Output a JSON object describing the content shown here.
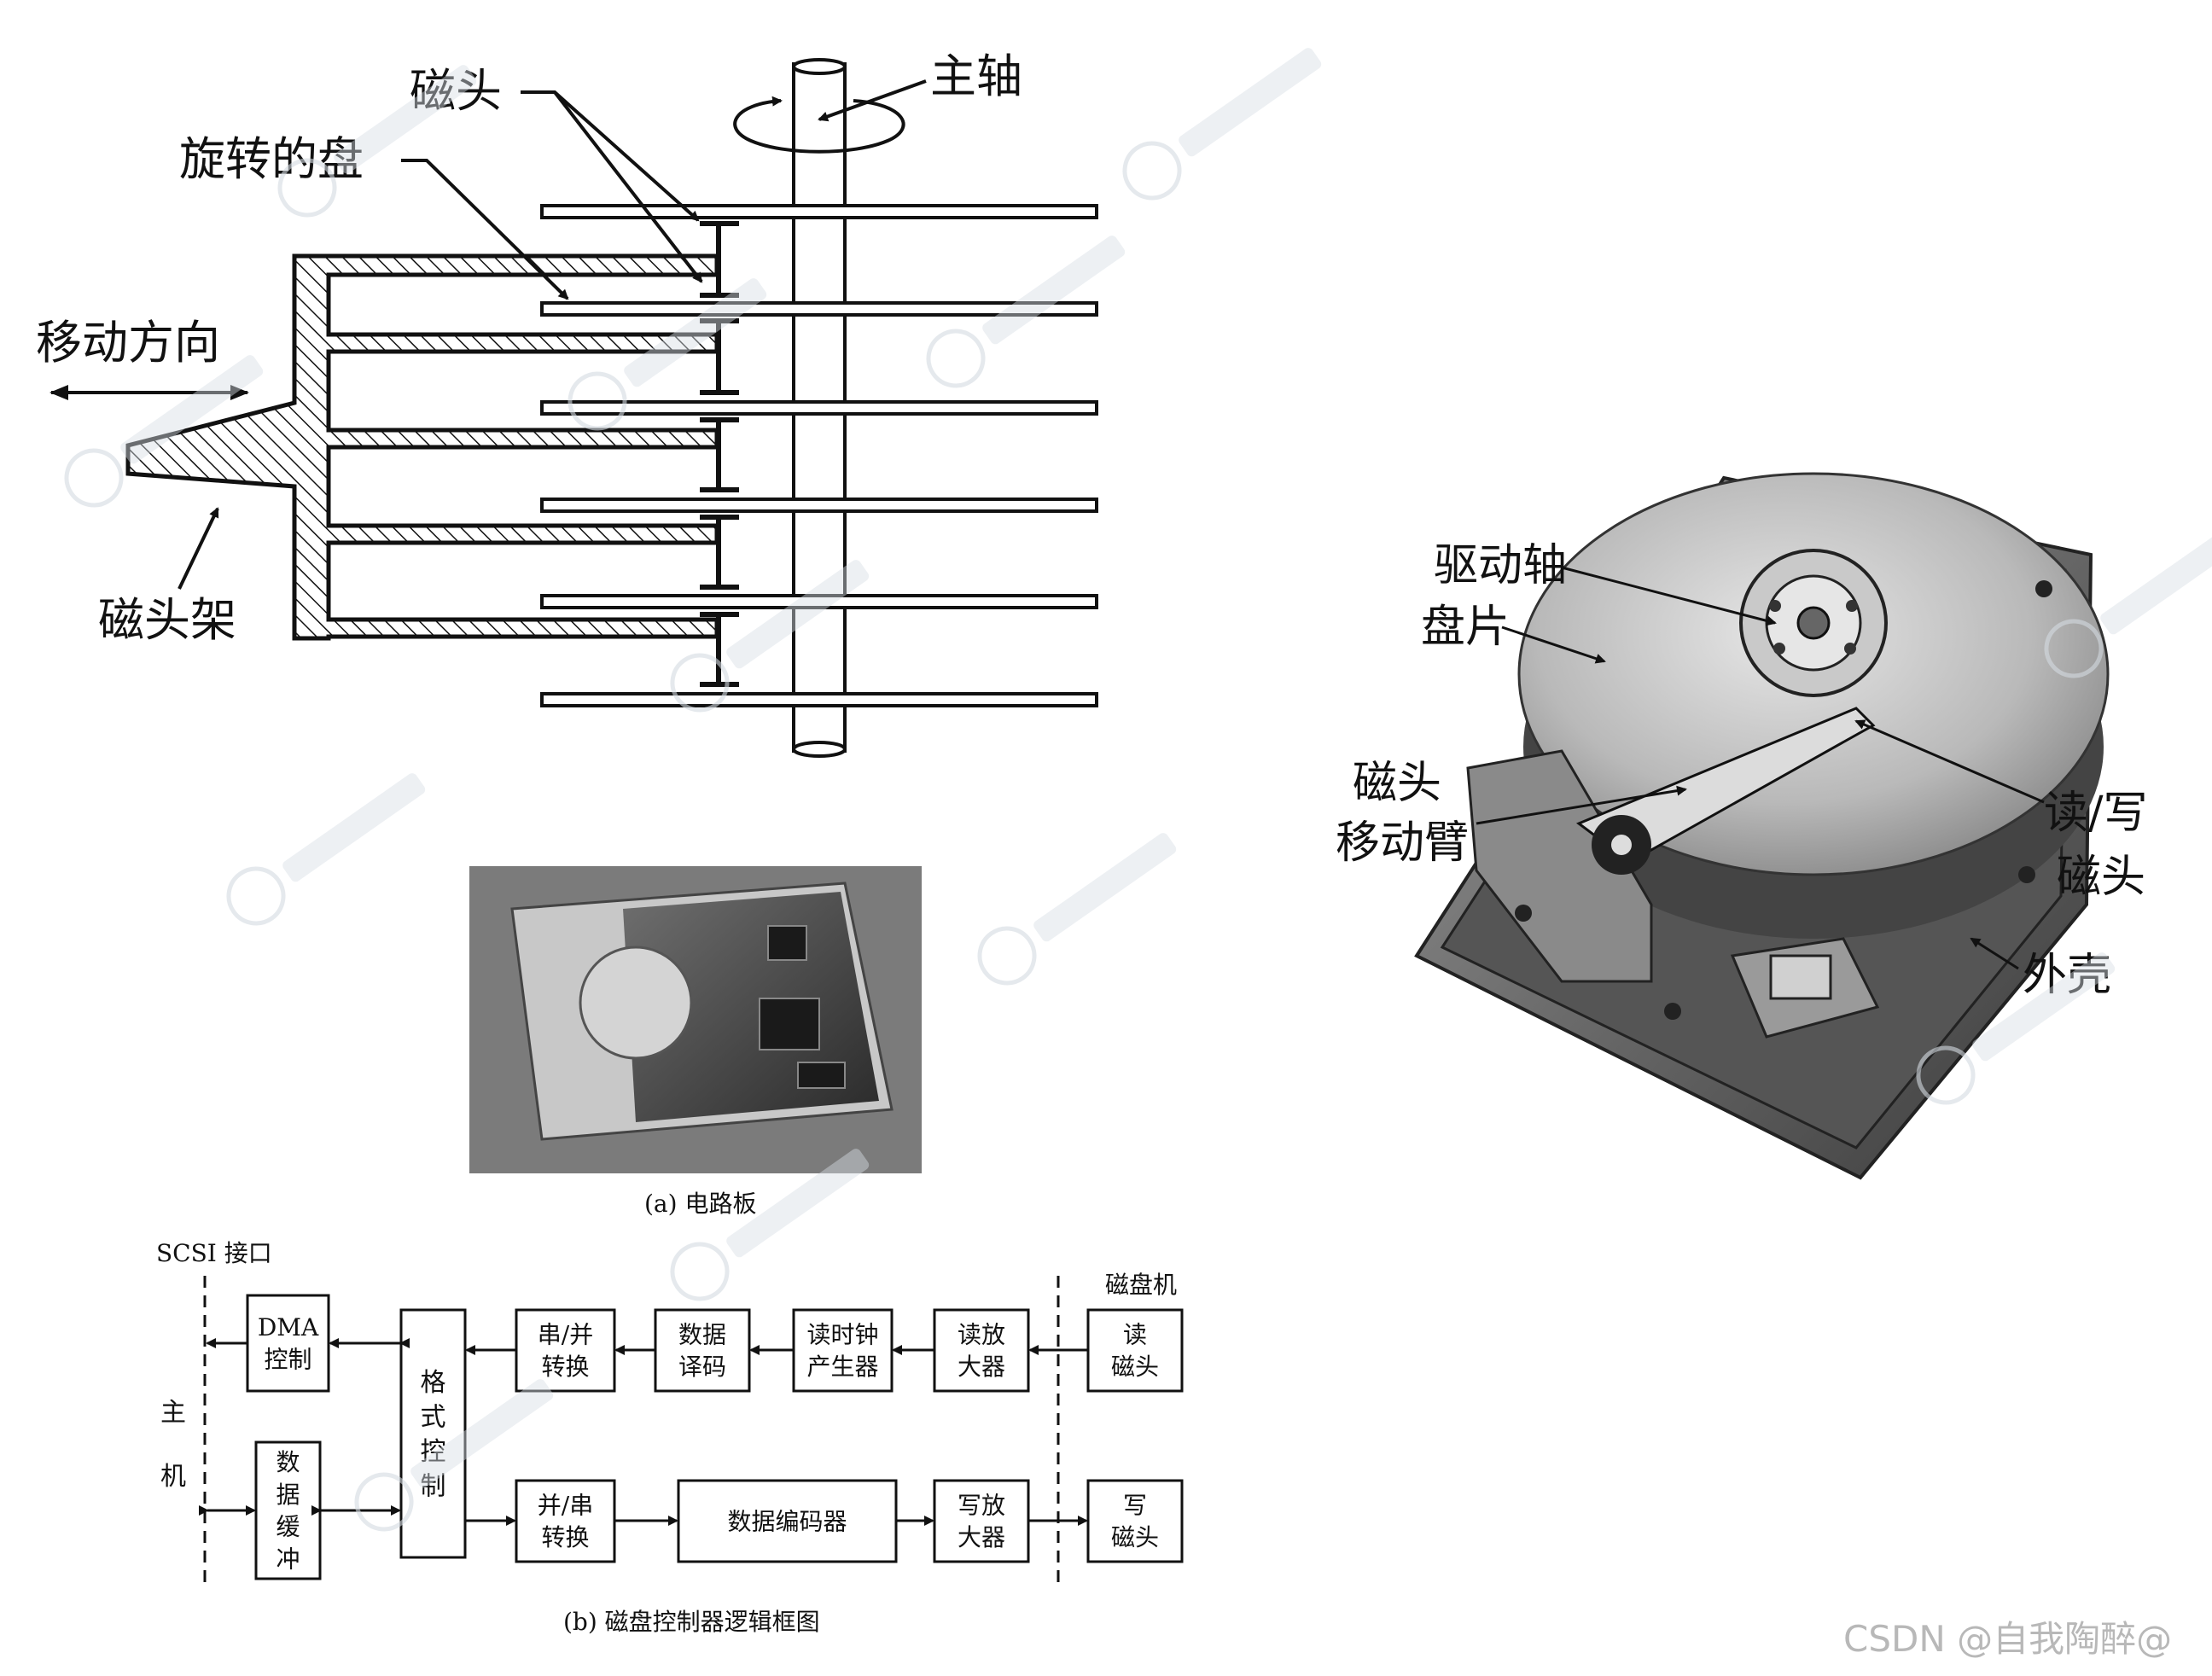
{
  "platter_diagram": {
    "labels": {
      "head": "磁头",
      "spindle": "主轴",
      "rotating_disk": "旋转的盘",
      "direction": "移动方向",
      "head_carriage": "磁头架"
    }
  },
  "hdd_photo": {
    "labels": {
      "drive_shaft": "驱动轴",
      "platter": "盘片",
      "arm_line1": "磁头",
      "arm_line2": "移动臂",
      "rw_line1": "读/写",
      "rw_line2": "磁头",
      "case": "外壳"
    }
  },
  "circuit_photo": {
    "caption": "(a) 电路板"
  },
  "controller_diagram": {
    "interface_label": "SCSI 接口",
    "disk_machine_label": "磁盘机",
    "host_label_1": "主",
    "host_label_2": "机",
    "caption": "(b) 磁盘控制器逻辑框图",
    "boxes": {
      "dma": [
        "DMA",
        "控制"
      ],
      "buffer": [
        "数",
        "据",
        "缓",
        "冲"
      ],
      "format": [
        "格",
        "式",
        "控",
        "制"
      ],
      "sp": [
        "串/并",
        "转换"
      ],
      "decode": [
        "数据",
        "译码"
      ],
      "clock": [
        "读时钟",
        "产生器"
      ],
      "read_amp": [
        "读放",
        "大器"
      ],
      "read_head": [
        "读",
        "磁头"
      ],
      "ps": [
        "并/串",
        "转换"
      ],
      "encoder": [
        "数据编码器"
      ],
      "write_amp": [
        "写放",
        "大器"
      ],
      "write_head": [
        "写",
        "磁头"
      ]
    }
  },
  "watermark": "CSDN @自我陶醉@"
}
